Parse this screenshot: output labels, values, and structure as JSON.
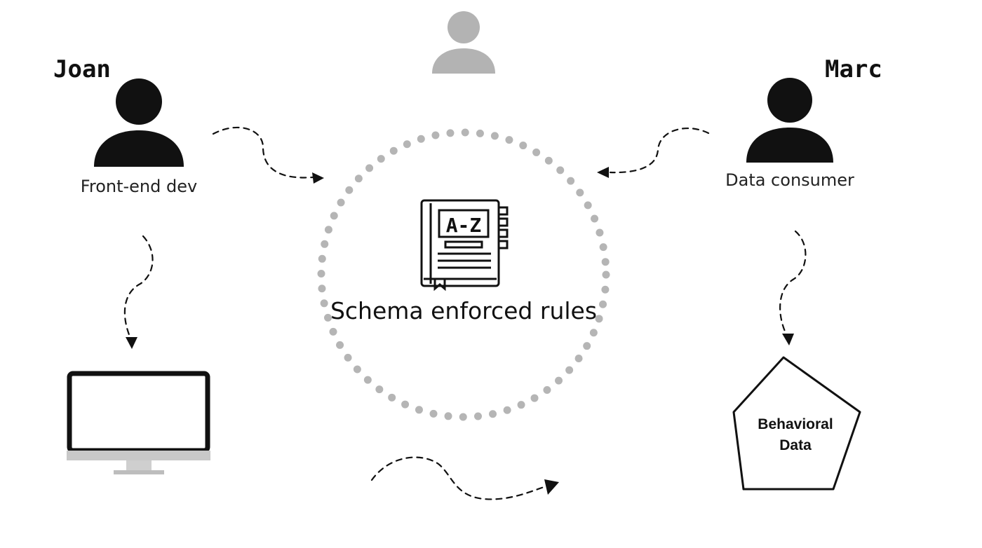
{
  "actors": {
    "left": {
      "name": "Joan",
      "role": "Front-end dev"
    },
    "right": {
      "name": "Marc",
      "role": "Data consumer"
    }
  },
  "center": {
    "label": "Schema enforced rules",
    "book_text": "A-Z"
  },
  "output": {
    "line1": "Behavioral",
    "line2": "Data"
  },
  "colors": {
    "ink": "#111111",
    "inactive_person": "#b3b3b3",
    "dotted_ring": "#b5b5b5",
    "monitor_stand": "#c8c8c8"
  },
  "icons": [
    "person-icon",
    "book-icon",
    "monitor-icon",
    "pentagon-shape"
  ]
}
